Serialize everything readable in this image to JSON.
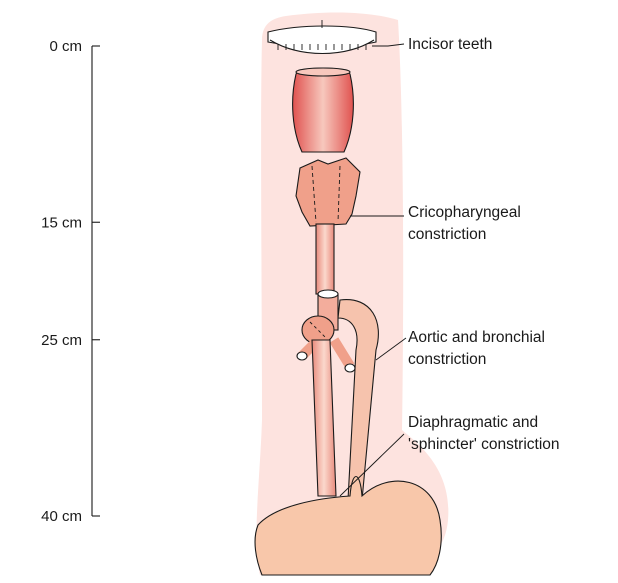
{
  "ruler": {
    "ticks": [
      {
        "label": "0 cm",
        "depth_cm": 0
      },
      {
        "label": "15 cm",
        "depth_cm": 15
      },
      {
        "label": "25 cm",
        "depth_cm": 25
      },
      {
        "label": "40 cm",
        "depth_cm": 40
      }
    ]
  },
  "callouts": {
    "incisor": {
      "lines": [
        "Incisor teeth"
      ]
    },
    "cricopharyngeal": {
      "lines": [
        "Cricopharyngeal",
        "constriction"
      ]
    },
    "aortic": {
      "lines": [
        "Aortic and bronchial",
        "constriction"
      ]
    },
    "diaphragmatic": {
      "lines": [
        "Diaphragmatic and",
        "'sphincter' constriction"
      ]
    }
  },
  "colors": {
    "body_background": "#fde3df",
    "tube_fill": "#f6c3ad",
    "tube_stroke": "#1a1a1a",
    "pharynx_red": "#e0524f",
    "cartilage": "#f0a08a",
    "stomach": "#f8c7aa"
  }
}
